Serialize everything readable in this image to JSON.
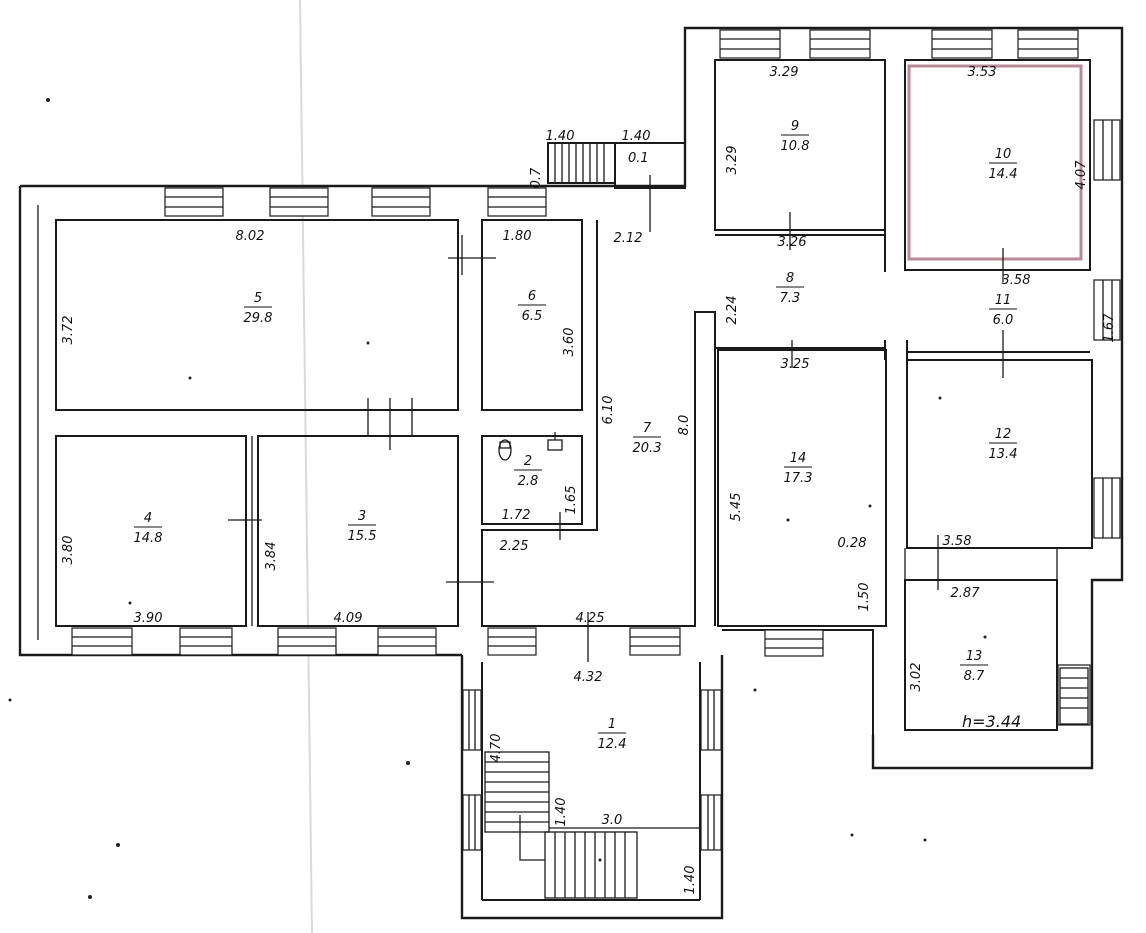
{
  "rooms": [
    {
      "num": "1",
      "area": "12.4"
    },
    {
      "num": "2",
      "area": "2.8"
    },
    {
      "num": "3",
      "area": "15.5"
    },
    {
      "num": "4",
      "area": "14.8"
    },
    {
      "num": "5",
      "area": "29.8"
    },
    {
      "num": "6",
      "area": "6.5"
    },
    {
      "num": "7",
      "area": "20.3"
    },
    {
      "num": "8",
      "area": "7.3"
    },
    {
      "num": "9",
      "area": "10.8"
    },
    {
      "num": "10",
      "area": "14.4"
    },
    {
      "num": "11",
      "area": "6.0"
    },
    {
      "num": "12",
      "area": "13.4"
    },
    {
      "num": "13",
      "area": "8.7"
    },
    {
      "num": "14",
      "area": "17.3"
    }
  ],
  "porch_label": "0.1",
  "height_label": "h=3.44",
  "dims": [
    "3.29",
    "3.53",
    "3.29",
    "4.07",
    "1.40",
    "1.40",
    "0.7",
    "8.02",
    "1.80",
    "2.12",
    "3.26",
    "3.58",
    "3.72",
    "3.60",
    "2.24",
    "1.67",
    "6.10",
    "8.0",
    "3.25",
    "1.65",
    "5.45",
    "3.80",
    "3.84",
    "1.72",
    "2.25",
    "0.28",
    "3.58",
    "1.50",
    "2.87",
    "3.90",
    "4.09",
    "4.25",
    "4.32",
    "3.02",
    "4.70",
    "1.40",
    "3.0",
    "1.40"
  ]
}
